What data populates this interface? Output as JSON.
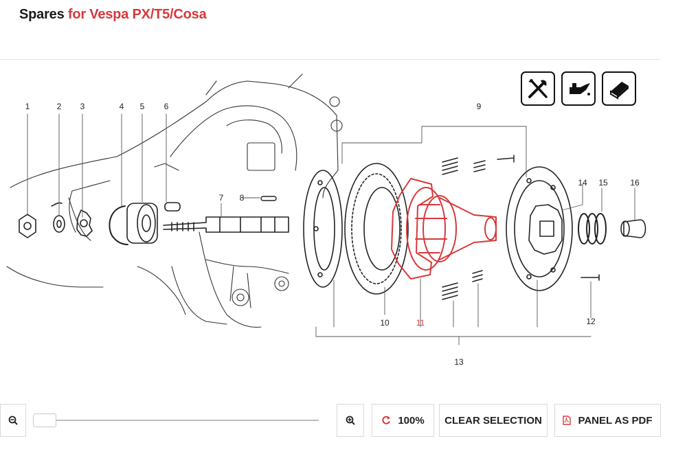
{
  "header": {
    "title_prefix": "Spares",
    "title_model": "for Vespa PX/T5/Cosa"
  },
  "diagram": {
    "part_labels": [
      "1",
      "2",
      "3",
      "4",
      "5",
      "6",
      "7",
      "8",
      "9",
      "10",
      "11",
      "12",
      "13",
      "14",
      "15",
      "16"
    ],
    "selected_part": "11"
  },
  "tool_icons": [
    "tools-icon",
    "oil-can-icon",
    "manual-book-icon"
  ],
  "toolbar": {
    "zoom_out_icon": "zoom-out-icon",
    "zoom_slider_value_percent": 0,
    "zoom_in_icon": "zoom-in-icon",
    "reset_icon": "reset-icon",
    "zoom_level": "100%",
    "clear_selection_label": "CLEAR SELECTION",
    "pdf_icon": "pdf-icon",
    "panel_pdf_label": "PANEL AS PDF"
  },
  "colors": {
    "accent": "#d8383a",
    "text": "#1a1a1a",
    "border": "#d9d9d9"
  }
}
